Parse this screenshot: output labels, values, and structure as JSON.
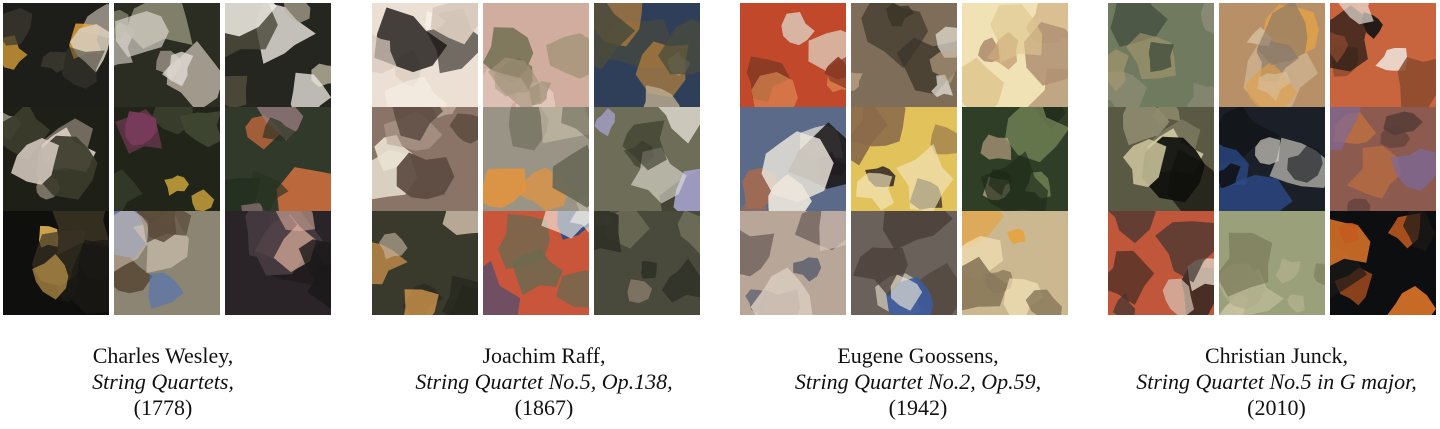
{
  "panels": [
    {
      "composer": "Charles Wesley,",
      "work": "String Quartets,",
      "year": "(1778)",
      "tiles": [
        {
          "bg": "#1d1d1a",
          "c1": "#e6a83a",
          "c2": "#d8cdbd",
          "c3": "#3c3a30"
        },
        {
          "bg": "#2b2c22",
          "c1": "#cfc4b6",
          "c2": "#8a8a72",
          "c3": "#e0dcd4"
        },
        {
          "bg": "#262620",
          "c1": "#bfb7a2",
          "c2": "#4d4a3c",
          "c3": "#f0ece4"
        },
        {
          "bg": "#1e2018",
          "c1": "#b8a89a",
          "c2": "#3b3b2c",
          "c3": "#dccfc4"
        },
        {
          "bg": "#212519",
          "c1": "#c9a13a",
          "c2": "#7a3a5a",
          "c3": "#3f4630"
        },
        {
          "bg": "#313a2a",
          "c1": "#9a7c80",
          "c2": "#c46a3e",
          "c3": "#25301f"
        },
        {
          "bg": "#0f0f0d",
          "c1": "#3a3324",
          "c2": "#e7b65a",
          "c3": "#1b1a16"
        },
        {
          "bg": "#8d8573",
          "c1": "#4f72b8",
          "c2": "#d8cbb7",
          "c3": "#5a4a38"
        },
        {
          "bg": "#2a2428",
          "c1": "#473b41",
          "c2": "#e0b0a0",
          "c3": "#1d1a1c"
        }
      ]
    },
    {
      "composer": "Joachim Raff,",
      "work": "String Quartet No.5, Op.138,",
      "year": "(1867)",
      "tiles": [
        {
          "bg": "#ece0d4",
          "c1": "#141210",
          "c2": "#f6efe6",
          "c3": "#d8cabd"
        },
        {
          "bg": "#d0ad9e",
          "c1": "#6c6a4c",
          "c2": "#e8d0c4",
          "c3": "#a5957c"
        },
        {
          "bg": "#2f3f5a",
          "c1": "#c98a3a",
          "c2": "#bba98e",
          "c3": "#4a4b3a"
        },
        {
          "bg": "#8a7468",
          "c1": "#e9e1d3",
          "c2": "#b5a092",
          "c3": "#5c4a40"
        },
        {
          "bg": "#9a9486",
          "c1": "#e89438",
          "c2": "#c8bea9",
          "c3": "#6b6a58"
        },
        {
          "bg": "#6e6e58",
          "c1": "#a7a4d0",
          "c2": "#e8e4da",
          "c3": "#3a3a2c"
        },
        {
          "bg": "#3a3a2c",
          "c1": "#e0a050",
          "c2": "#c9b9a5",
          "c3": "#25261d"
        },
        {
          "bg": "#c9563a",
          "c1": "#2e4a82",
          "c2": "#f8f4e8",
          "c3": "#6a6a50"
        },
        {
          "bg": "#4a4a3c",
          "c1": "#6e6e5a",
          "c2": "#9b8878",
          "c3": "#2f3027"
        }
      ]
    },
    {
      "composer": "Eugene Goossens,",
      "work": "String Quartet No.2, Op.59,",
      "year": "(1942)",
      "tiles": [
        {
          "bg": "#c2482c",
          "c1": "#ddd1c0",
          "c2": "#e2965a",
          "c3": "#8a3a24"
        },
        {
          "bg": "#7e6d58",
          "c1": "#f5f1e8",
          "c2": "#c2a88a",
          "c3": "#3a3428"
        },
        {
          "bg": "#f0e2b4",
          "c1": "#c9a57a",
          "c2": "#ddc58e",
          "c3": "#b09072"
        },
        {
          "bg": "#5a6a88",
          "c1": "#1d1b1b",
          "c2": "#a06a52",
          "c3": "#ece6dc"
        },
        {
          "bg": "#e2c25a",
          "c1": "#3a2e26",
          "c2": "#f2e6c0",
          "c3": "#8a6a4a"
        },
        {
          "bg": "#2f3e26",
          "c1": "#7a8a5a",
          "c2": "#c0a888",
          "c3": "#1d2918"
        },
        {
          "bg": "#b8a698",
          "c1": "#3c4860",
          "c2": "#d8cabe",
          "c3": "#6a5a58"
        },
        {
          "bg": "#6a625a",
          "c1": "#3d5a9a",
          "c2": "#ece6d8",
          "c3": "#4a4038"
        },
        {
          "bg": "#cbb790",
          "c1": "#e8a23a",
          "c2": "#f4e2b8",
          "c3": "#8a7a5a"
        }
      ]
    },
    {
      "composer": "Christian Junck,",
      "work": "String Quartet No.5 in G major,",
      "year": "(2010)",
      "tiles": [
        {
          "bg": "#6f7a5e",
          "c1": "#3a4638",
          "c2": "#a89870",
          "c3": "#8a8a74"
        },
        {
          "bg": "#b89068",
          "c1": "#e0a04a",
          "c2": "#8a7a68",
          "c3": "#d8c0a0"
        },
        {
          "bg": "#c8643e",
          "c1": "#1a1614",
          "c2": "#f0ece4",
          "c3": "#8a4a2e"
        },
        {
          "bg": "#5a5a44",
          "c1": "#d0c8a0",
          "c2": "#0f0f0c",
          "c3": "#8e8a6e"
        },
        {
          "bg": "#1b2028",
          "c1": "#2c4a8a",
          "c2": "#d6d0c6",
          "c3": "#101418"
        },
        {
          "bg": "#8c5a4e",
          "c1": "#c8743e",
          "c2": "#7e6a9a",
          "c3": "#5a3e3a"
        },
        {
          "bg": "#c0563a",
          "c1": "#2a2420",
          "c2": "#d8c8b8",
          "c3": "#3e3430"
        },
        {
          "bg": "#9aa07a",
          "c1": "#c8c2a0",
          "c2": "#7a7a5a",
          "c3": "#b0ae8c"
        },
        {
          "bg": "#0d0e10",
          "c1": "#e87a2a",
          "c2": "#1c1a18",
          "c3": "#c45a20"
        }
      ]
    }
  ]
}
